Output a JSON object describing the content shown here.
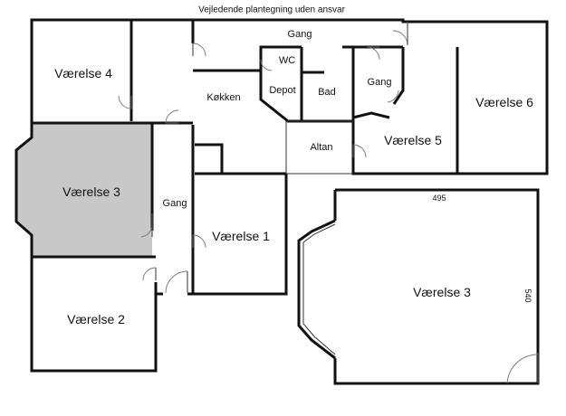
{
  "caption": "Vejledende plantegning uden ansvar",
  "rooms": {
    "vaerelse4": "Værelse 4",
    "gang_top": "Gang",
    "wc": "WC",
    "depot": "Depot",
    "bad": "Bad",
    "gang_small": "Gang",
    "vaerelse6": "Værelse 6",
    "kokken": "Køkken",
    "altan": "Altan",
    "vaerelse5": "Værelse 5",
    "vaerelse3_highlight": "Værelse 3",
    "gang_left": "Gang",
    "vaerelse1": "Værelse 1",
    "vaerelse2": "Værelse 2",
    "vaerelse3_detail": "Værelse 3"
  },
  "dimensions": {
    "width": "495",
    "height": "540"
  },
  "colors": {
    "highlight_fill": "#c8c8c8",
    "wall": "#111111"
  }
}
